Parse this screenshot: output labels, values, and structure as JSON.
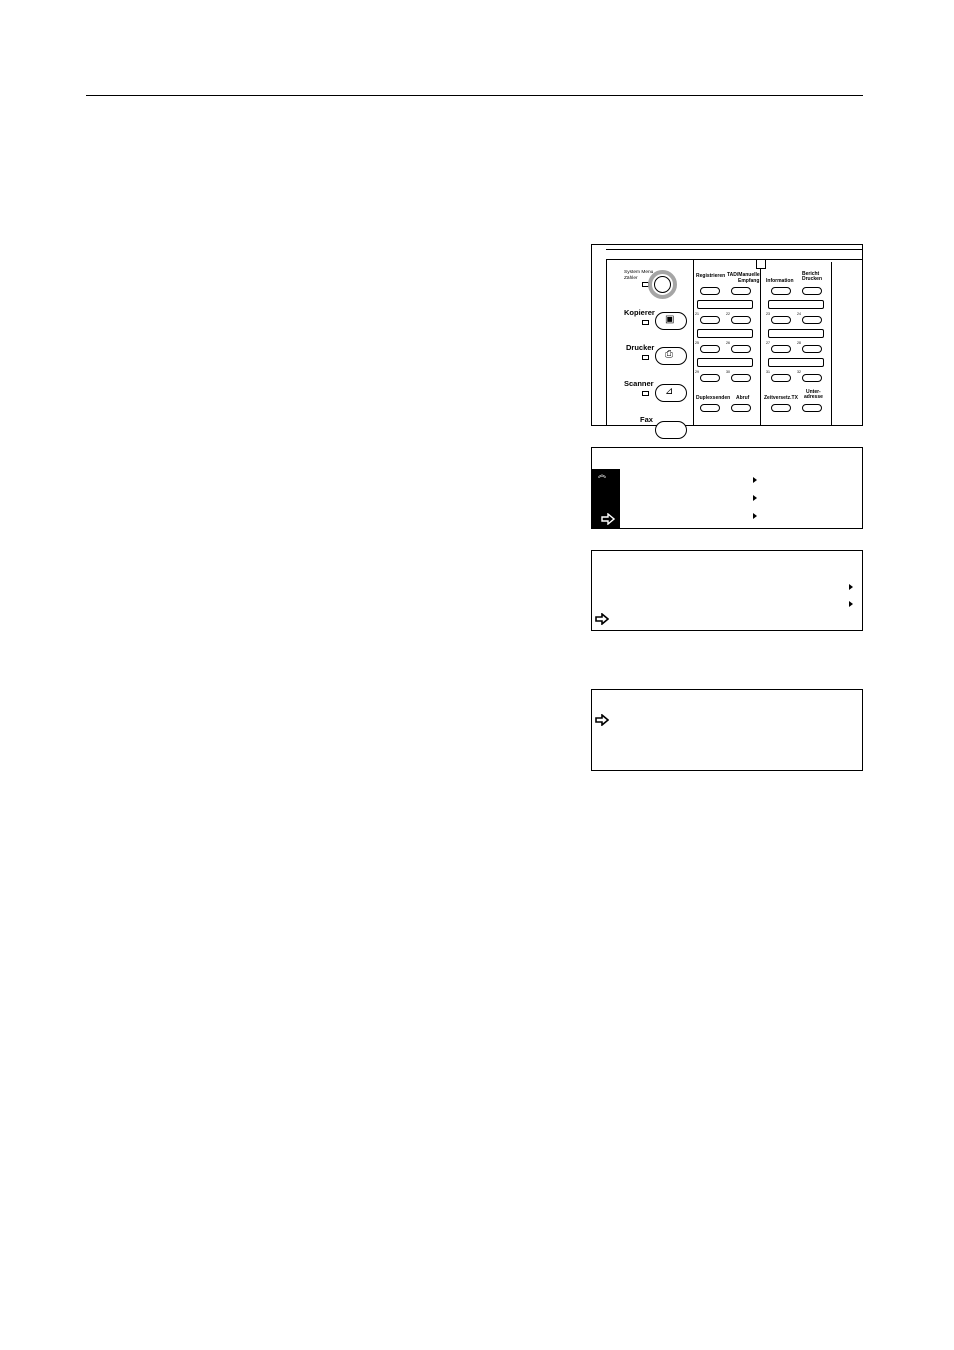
{
  "panel": {
    "system_menu_label": "System Menu",
    "counter_label": "Zähler",
    "modes": [
      {
        "label": "Kopierer",
        "icon": "copy-icon"
      },
      {
        "label": "Drucker",
        "icon": "printer-icon"
      },
      {
        "label": "Scanner",
        "icon": "scanner-icon"
      },
      {
        "label": "Fax",
        "icon": "fax-icon"
      }
    ],
    "one_touch_left": {
      "registrieren": "Registrieren",
      "tad": "TAD/Manuelle",
      "empfang": "Empfang",
      "duplexsenden": "Duplexsenden",
      "abruf": "Abruf"
    },
    "one_touch_right": {
      "information": "Information",
      "bericht": "Bericht",
      "drucken": "Drucken",
      "zeitversetz": "Zeitversetz.TX",
      "unter": "Unter-",
      "adresse": "adresse"
    },
    "key_numbers": [
      "21",
      "22",
      "23",
      "24",
      "25",
      "26",
      "27",
      "28",
      "29",
      "30",
      "31",
      "32"
    ]
  },
  "icons": {
    "scroll_up": "caret-up-icon",
    "selection_arrow": "arrow-right-icon",
    "submenu": "triangle-right-icon"
  }
}
